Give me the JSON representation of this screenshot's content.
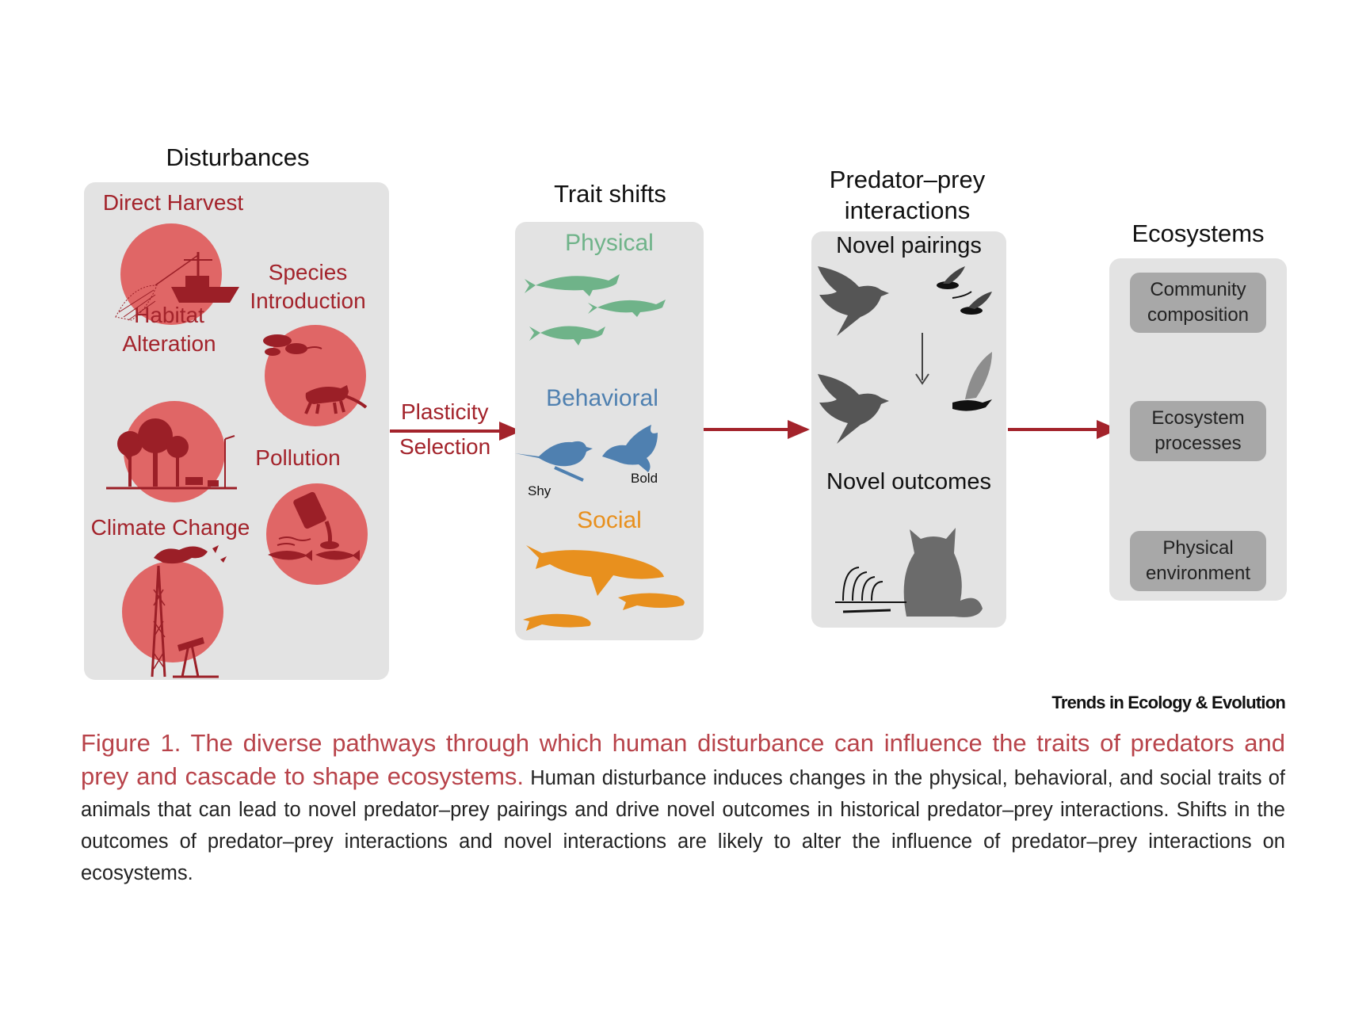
{
  "disturbances": {
    "title": "Disturbances",
    "items": [
      "Direct Harvest",
      "Species Introduction",
      "Habitat Alteration",
      "Pollution",
      "Climate Change"
    ]
  },
  "process": {
    "plasticity": "Plasticity",
    "selection": "Selection"
  },
  "trait_shifts": {
    "title": "Trait shifts",
    "physical": "Physical",
    "behavioral": "Behavioral",
    "shy": "Shy",
    "bold": "Bold",
    "social": "Social"
  },
  "predator_prey": {
    "title": "Predator–prey interactions",
    "novel_pairings": "Novel pairings",
    "novel_outcomes": "Novel outcomes"
  },
  "ecosystems": {
    "title": "Ecosystems",
    "items": [
      "Community composition",
      "Ecosystem processes",
      "Physical environment"
    ]
  },
  "journal": "Trends in Ecology & Evolution",
  "caption": {
    "heading": "Figure 1. The diverse pathways through which human disturbance can influence the traits of predators and prey and cascade to shape ecosystems.",
    "body": "Human disturbance induces changes in the physical, behavioral, and social traits of animals that can lead to novel predator–prey pairings and drive novel outcomes in historical predator–prey interactions. Shifts in the outcomes of predator–prey interactions and novel interactions are likely to alter the influence of predator–prey interactions on ecosystems."
  },
  "colors": {
    "disturbance_red": "#a3232b",
    "circle_pink": "#e06666",
    "physical_green": "#6fb389",
    "behavioral_blue": "#4f80b0",
    "social_orange": "#e8901e",
    "panel_gray": "#e3e3e3",
    "box_gray": "#a8a8a8"
  }
}
